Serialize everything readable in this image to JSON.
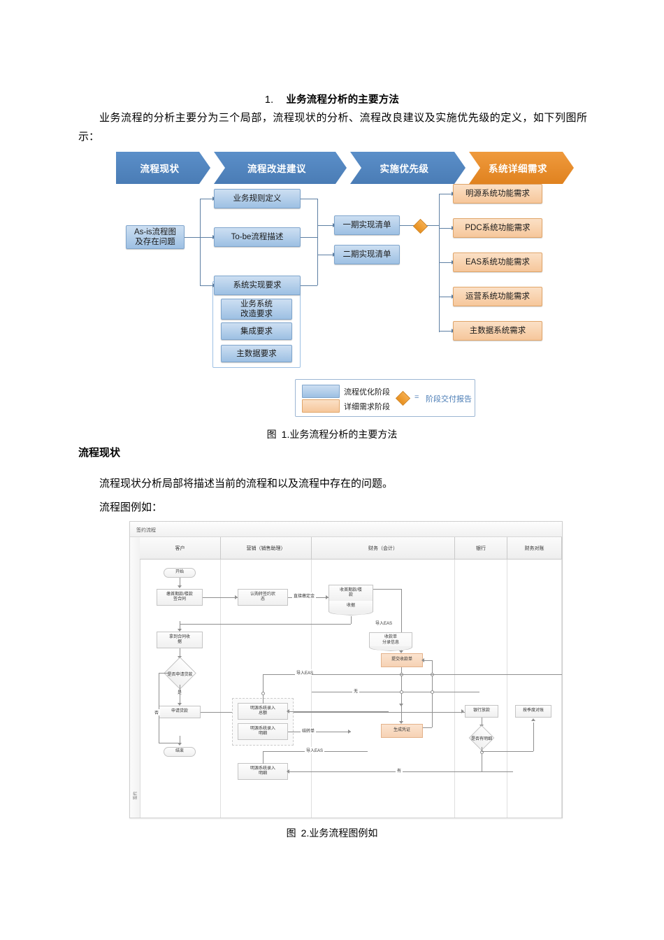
{
  "document": {
    "heading_number": "1.",
    "heading_title": "业务流程分析的主要方法",
    "paragraph_1": "业务流程的分析主要分为三个局部，流程现状的分析、流程改良建议及实施优先级的定义，如下列图所示：",
    "section_heading": "流程现状",
    "paragraph_2": "流程现状分析局部将描述当前的流程和以及流程中存在的问题。",
    "paragraph_3": "流程图例如：",
    "caption_1_label": "图",
    "caption_1_text": "1.业务流程分析的主要方法",
    "caption_2_label": "图",
    "caption_2_text": "2.业务流程图例如"
  },
  "figure1": {
    "chevrons": [
      {
        "label": "流程现状",
        "color": "#4a7cb5"
      },
      {
        "label": "流程改进建议",
        "color": "#4a7cb5"
      },
      {
        "label": "实施优先级",
        "color": "#4a7cb5"
      },
      {
        "label": "系统详细需求",
        "color": "#e0821f"
      }
    ],
    "nodes": {
      "as_is": "As-is流程图\n及存在问题",
      "as_is_line1": "As-is流程图",
      "as_is_line2": "及存在问题",
      "business_rules": "业务规则定义",
      "to_be": "To-be流程描述",
      "system_req": "系统实现要求",
      "sub1_line1": "业务系统",
      "sub1_line2": "改造要求",
      "sub2": "集成要求",
      "sub3": "主数据要求",
      "phase1": "一期实现清单",
      "phase2": "二期实现清单",
      "out1": "明源系统功能需求",
      "out2": "PDC系统功能需求",
      "out3": "EAS系统功能需求",
      "out4": "运营系统功能需求",
      "out5": "主数据系统需求"
    },
    "legend": {
      "item1": "流程优化阶段",
      "item2": "详细需求阶段",
      "equals": "=",
      "deliverable": "阶段交付报告",
      "blue_color": "#9dc0e3",
      "orange_color": "#f6c79b",
      "diamond_color": "#e8901f"
    }
  },
  "figure2": {
    "title": "签约流程",
    "side_label": "签约",
    "lanes": [
      {
        "label": "客户"
      },
      {
        "label": "营销（销售助理）"
      },
      {
        "label": "财务（会计）"
      },
      {
        "label": "银行"
      },
      {
        "label": "财务对账"
      }
    ],
    "nodes": {
      "start": "开始",
      "end": "结束",
      "n_pay_contract_1": "缴首期款/楼款",
      "n_pay_contract_2": "签合同",
      "n_confirm_status_1": "认购转签约状",
      "n_confirm_status_2": "态",
      "n_receive_1": "收首期款/楼",
      "n_receive_2": "款",
      "n_receive_3": "收据",
      "n_get_invoice_1": "拿到合同收",
      "n_get_invoice_2": "据",
      "n_apply_loan_q": "是否申请贷款",
      "n_apply_loan": "申请贷款",
      "n_receipt_info_1": "收款单",
      "n_receipt_info_2": "分录信息",
      "n_submit_receipt": "提交收款单",
      "n_generate_voucher": "生成凭证",
      "n_bank_loan": "银行放款",
      "n_has_detail_q": "是否有明细",
      "n_quarter_recon": "按季度对账",
      "n_my_total_1": "明源系统录入",
      "n_my_total_2": "总额",
      "n_my_detail_1": "明源系统录入",
      "n_my_detail_2": "明细",
      "n_my_detail2_1": "明源系统录入",
      "n_my_detail2_2": "明细"
    },
    "edge_labels": {
      "direct_deposit": "直接缴定金",
      "import_eas_1": "导入EAS",
      "import_eas_2": "导入EAS",
      "import_eas_3": "导入EAS",
      "yes_1": "是",
      "no_1": "否",
      "none": "无",
      "transfer_doc": "结转单",
      "has": "有"
    }
  }
}
